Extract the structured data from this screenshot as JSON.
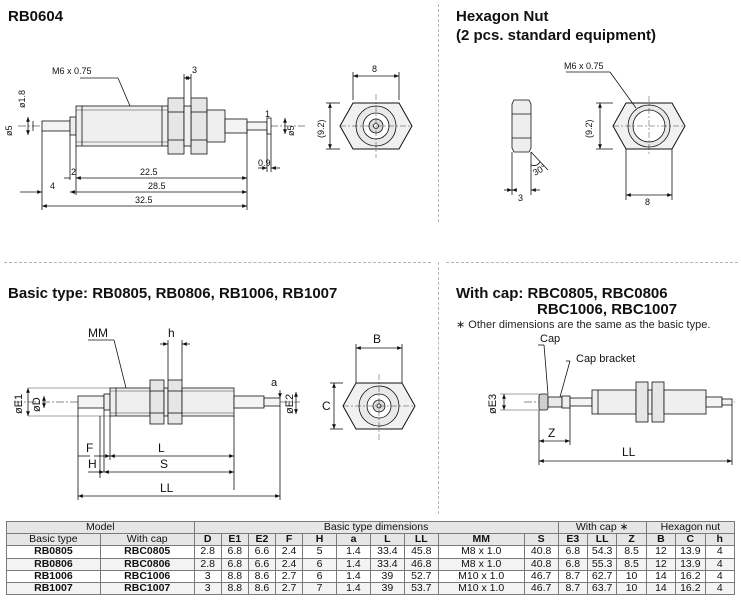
{
  "sections": {
    "rb0604": {
      "title": "RB0604"
    },
    "hex_nut": {
      "title_line1": "Hexagon Nut",
      "title_line2": "(2 pcs. standard equipment)"
    },
    "basic": {
      "title": "Basic type: RB0805, RB0806, RB1006, RB1007"
    },
    "with_cap": {
      "title_line1": "With cap: RBC0805, RBC0806",
      "title_line2": "RBC1006, RBC1007",
      "note": "∗ Other dimensions are the same as the basic type."
    }
  },
  "drawings": {
    "rb0604": {
      "thread": "M6 x 0.75",
      "nut_w": "3",
      "d1": "ø1.8",
      "d2": "ø5",
      "d3": "ø5",
      "l1": "22.5",
      "l2": "28.5",
      "l3": "32.5",
      "l4": "4",
      "l5": "2",
      "l6": "1",
      "l7": "0.9",
      "end_w": "8",
      "end_h": "(9.2)"
    },
    "hex_nut": {
      "thread": "M6 x 0.75",
      "t": "3",
      "angle": "30°",
      "w": "8",
      "h": "(9.2)"
    },
    "basic": {
      "mm": "MM",
      "h": "h",
      "e1": "øE1",
      "d": "øD",
      "e2": "øE2",
      "a": "a",
      "f": "F",
      "l": "L",
      "hh": "H",
      "s": "S",
      "ll": "LL",
      "b": "B",
      "c": "C"
    },
    "with_cap": {
      "cap": "Cap",
      "bracket": "Cap bracket",
      "e3": "øE3",
      "z": "Z",
      "ll": "LL"
    }
  },
  "table": {
    "group_headers": {
      "model": "Model",
      "basic": "Basic type dimensions",
      "cap": "With cap ∗",
      "nut": "Hexagon nut"
    },
    "columns": {
      "basic_type": "Basic type",
      "with_cap": "With cap",
      "D": "D",
      "E1": "E1",
      "E2": "E2",
      "F": "F",
      "H": "H",
      "a": "a",
      "L": "L",
      "LL": "LL",
      "MM": "MM",
      "S": "S",
      "E3": "E3",
      "LL2": "LL",
      "Z": "Z",
      "B": "B",
      "C": "C",
      "h": "h"
    },
    "rows": [
      {
        "basic": "RB0805",
        "cap": "RBC0805",
        "D": "2.8",
        "E1": "6.8",
        "E2": "6.6",
        "F": "2.4",
        "H": "5",
        "a": "1.4",
        "L": "33.4",
        "LL": "45.8",
        "MM": "M8 x 1.0",
        "S": "40.8",
        "E3": "6.8",
        "LL2": "54.3",
        "Z": "8.5",
        "B": "12",
        "C": "13.9",
        "h": "4"
      },
      {
        "basic": "RB0806",
        "cap": "RBC0806",
        "D": "2.8",
        "E1": "6.8",
        "E2": "6.6",
        "F": "2.4",
        "H": "6",
        "a": "1.4",
        "L": "33.4",
        "LL": "46.8",
        "MM": "M8 x 1.0",
        "S": "40.8",
        "E3": "6.8",
        "LL2": "55.3",
        "Z": "8.5",
        "B": "12",
        "C": "13.9",
        "h": "4"
      },
      {
        "basic": "RB1006",
        "cap": "RBC1006",
        "D": "3",
        "E1": "8.8",
        "E2": "8.6",
        "F": "2.7",
        "H": "6",
        "a": "1.4",
        "L": "39",
        "LL": "52.7",
        "MM": "M10 x 1.0",
        "S": "46.7",
        "E3": "8.7",
        "LL2": "62.7",
        "Z": "10",
        "B": "14",
        "C": "16.2",
        "h": "4"
      },
      {
        "basic": "RB1007",
        "cap": "RBC1007",
        "D": "3",
        "E1": "8.8",
        "E2": "8.6",
        "F": "2.7",
        "H": "7",
        "a": "1.4",
        "L": "39",
        "LL": "53.7",
        "MM": "M10 x 1.0",
        "S": "46.7",
        "E3": "8.7",
        "LL2": "63.7",
        "Z": "10",
        "B": "14",
        "C": "16.2",
        "h": "4"
      }
    ]
  }
}
